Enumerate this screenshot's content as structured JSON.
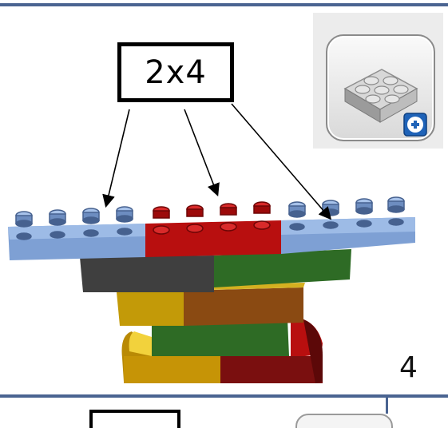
{
  "callout": {
    "label": "2x4"
  },
  "page": {
    "number": "4"
  },
  "tool": {
    "icon": "add-brick-icon",
    "name": "Add 2x4 plate"
  },
  "colors": {
    "rule": "#4a6491",
    "blue_plate": "#7ea0d4",
    "red_plate": "#b80f0f",
    "dark_grey": "#3f3f3f",
    "green": "#2e6b25",
    "yellow": "#d4a60a",
    "brown": "#8a4a12",
    "dark_red": "#7a0f0f",
    "add_badge": "#1f63b8"
  }
}
